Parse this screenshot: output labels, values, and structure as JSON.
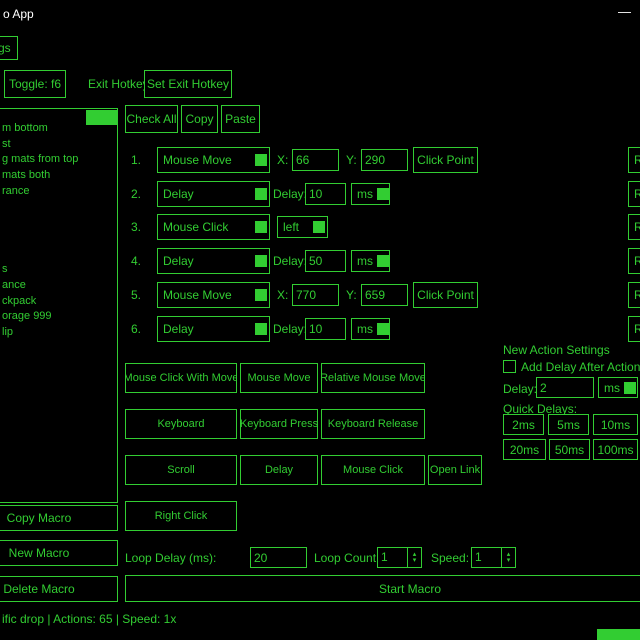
{
  "window": {
    "title": "o App",
    "minimize_icon": "—"
  },
  "menu_tab": "ngs",
  "hotkey_bar": {
    "toggle_button": "Toggle: f6",
    "exit_hotkey_label": "Exit Hotkey:",
    "set_exit_hotkey_button": "Set Exit Hotkey"
  },
  "macro_list": {
    "items": [
      "m bottom",
      "st",
      "g mats from top",
      "mats both",
      "rance",
      "s",
      "ance",
      "ckpack",
      "orage 999",
      "lip"
    ]
  },
  "list_toolbar": {
    "check_all": "Check All",
    "copy": "Copy",
    "paste": "Paste"
  },
  "actions": [
    {
      "num": "1.",
      "type": "Mouse Move",
      "x_label": "X:",
      "x": "66",
      "y_label": "Y:",
      "y": "290",
      "click_point": "Click Point",
      "remove_label": "R"
    },
    {
      "num": "2.",
      "type": "Delay",
      "delay_label": "Delay:",
      "delay": "10",
      "unit": "ms",
      "remove_label": "R"
    },
    {
      "num": "3.",
      "type": "Mouse Click",
      "button": "left",
      "remove_label": "R"
    },
    {
      "num": "4.",
      "type": "Delay",
      "delay_label": "Delay:",
      "delay": "50",
      "unit": "ms",
      "remove_label": "R"
    },
    {
      "num": "5.",
      "type": "Mouse Move",
      "x_label": "X:",
      "x": "770",
      "y_label": "Y:",
      "y": "659",
      "click_point": "Click Point",
      "remove_label": "R"
    },
    {
      "num": "6.",
      "type": "Delay",
      "delay_label": "Delay:",
      "delay": "10",
      "unit": "ms",
      "remove_label": "R"
    }
  ],
  "new_action_settings": {
    "title": "New Action Settings",
    "add_delay_checkbox_label": "Add Delay After Action",
    "delay_label": "Delay:",
    "delay_value": "2",
    "delay_unit": "ms",
    "quick_delays_label": "Quick Delays:",
    "quick_delay_buttons": [
      "2ms",
      "5ms",
      "10ms",
      "20ms",
      "50ms",
      "100ms"
    ]
  },
  "action_type_buttons": [
    "Mouse Click With Move",
    "Mouse Move",
    "Relative Mouse Move",
    "Keyboard",
    "Keyboard Press",
    "Keyboard Release",
    "Scroll",
    "Delay",
    "Mouse Click",
    "Open Link",
    "Right Click"
  ],
  "macro_buttons": {
    "copy_macro": "Copy Macro",
    "new_macro": "New Macro",
    "delete_macro": "Delete Macro"
  },
  "loop_controls": {
    "loop_delay_label": "Loop Delay (ms):",
    "loop_delay_value": "20",
    "loop_count_label": "Loop Count:",
    "loop_count_value": "1",
    "speed_label": "Speed:",
    "speed_value": "1"
  },
  "start_button": "Start Macro",
  "status_bar": "ific drop | Actions: 65 | Speed: 1x",
  "icons": {
    "spinner_up": "▴",
    "spinner_down": "▾"
  },
  "colors": {
    "accent_green": "#32cd32",
    "background": "#000000",
    "title_text": "#ffffff"
  }
}
